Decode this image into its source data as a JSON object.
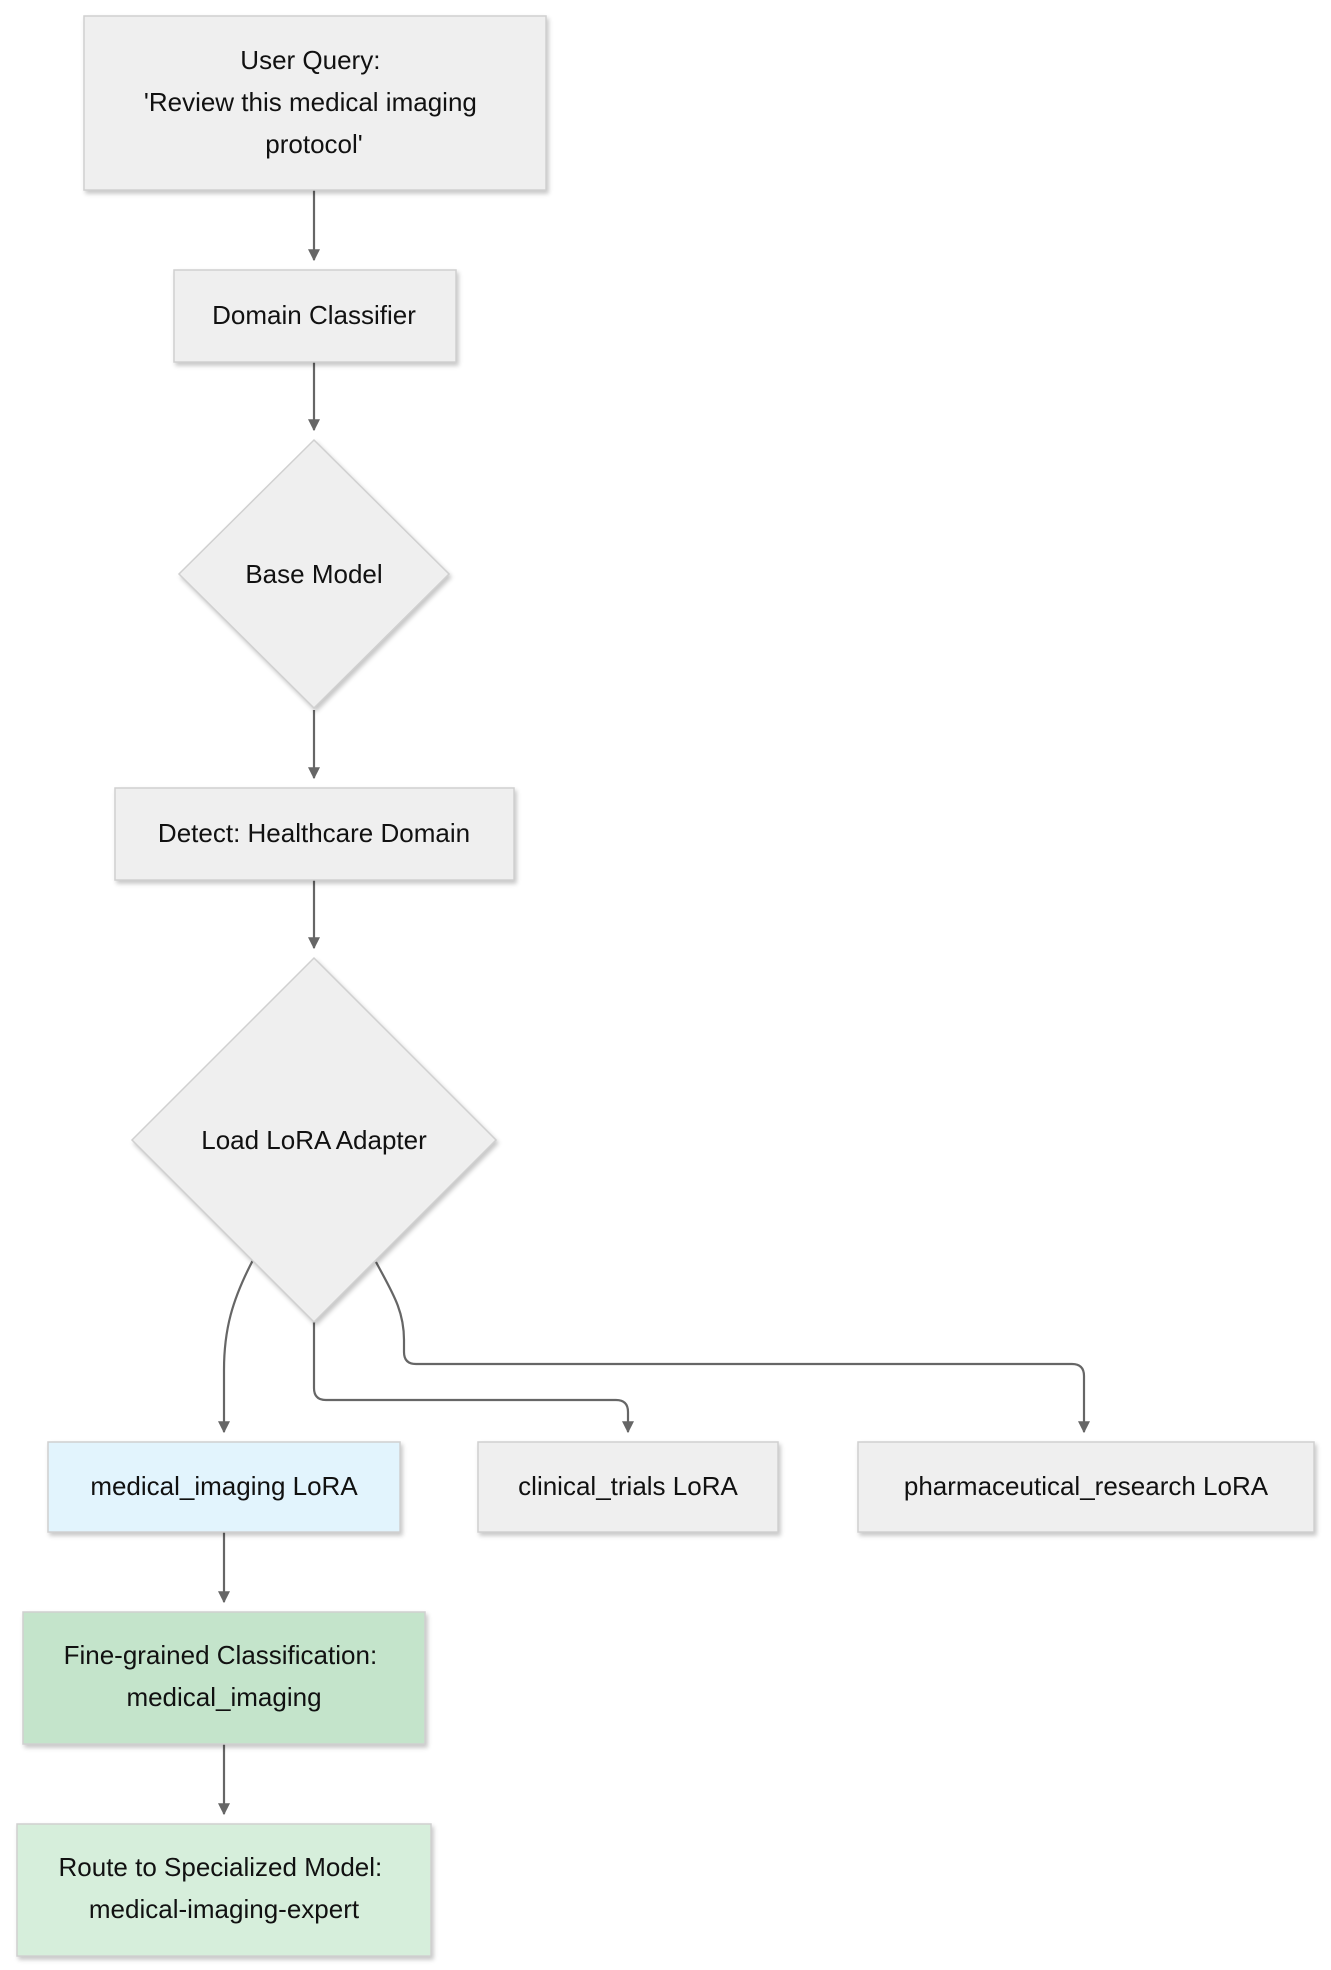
{
  "nodes": {
    "user_query": {
      "lines": [
        "User Query:",
        "'Review this medical imaging",
        "protocol'"
      ],
      "fill": "#efefef"
    },
    "domain_classifier": {
      "lines": [
        "Domain Classifier"
      ],
      "fill": "#efefef"
    },
    "base_model": {
      "lines": [
        "Base Model"
      ],
      "fill": "#efefef"
    },
    "detect_healthcare": {
      "lines": [
        "Detect: Healthcare Domain"
      ],
      "fill": "#efefef"
    },
    "load_lora": {
      "lines": [
        "Load LoRA Adapter"
      ],
      "fill": "#efefef"
    },
    "medical_imaging_lora": {
      "lines": [
        "medical_imaging LoRA"
      ],
      "fill": "#e2f4fd"
    },
    "clinical_trials_lora": {
      "lines": [
        "clinical_trials LoRA"
      ],
      "fill": "#efefef"
    },
    "pharma_lora": {
      "lines": [
        "pharmaceutical_research LoRA"
      ],
      "fill": "#efefef"
    },
    "fine_grained": {
      "lines": [
        "Fine-grained Classification:",
        "medical_imaging"
      ],
      "fill": "#c4e4cb"
    },
    "route_model": {
      "lines": [
        "Route to Specialized Model:",
        "medical-imaging-expert"
      ],
      "fill": "#d6eedb"
    }
  },
  "colors": {
    "node_stroke": "#d0d0d0",
    "edge": "#666666",
    "text": "#111111"
  }
}
